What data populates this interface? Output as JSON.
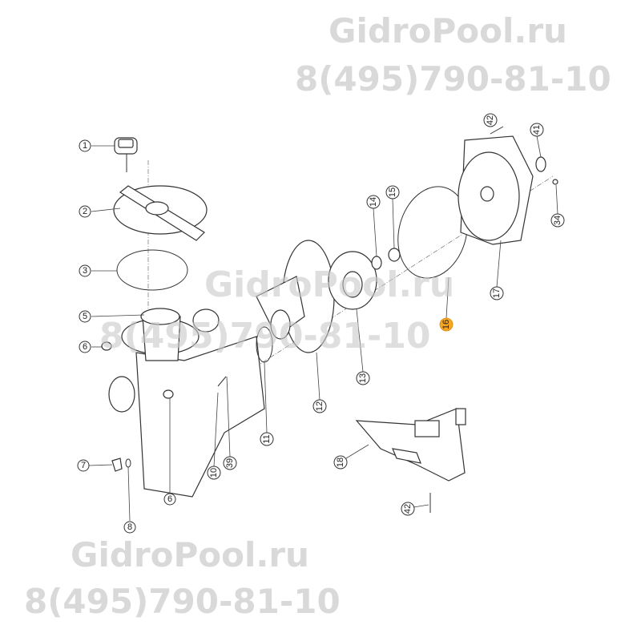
{
  "watermarks": {
    "site": "GidroPool.ru",
    "phone": "8(495)790-81-10"
  },
  "highlight_color": "#f5a623",
  "callouts": [
    {
      "id": "c1",
      "text": "1"
    },
    {
      "id": "c2",
      "text": "2"
    },
    {
      "id": "c3",
      "text": "3"
    },
    {
      "id": "c5",
      "text": "5"
    },
    {
      "id": "c6a",
      "text": "6"
    },
    {
      "id": "c7",
      "text": "7"
    },
    {
      "id": "c8",
      "text": "8"
    },
    {
      "id": "c6b",
      "text": "6"
    },
    {
      "id": "c10",
      "text": "10"
    },
    {
      "id": "c39",
      "text": "39"
    },
    {
      "id": "c11",
      "text": "11"
    },
    {
      "id": "c12",
      "text": "12"
    },
    {
      "id": "c13",
      "text": "13"
    },
    {
      "id": "c14",
      "text": "14"
    },
    {
      "id": "c15",
      "text": "15"
    },
    {
      "id": "c16",
      "text": "16",
      "highlighted": true
    },
    {
      "id": "c17",
      "text": "17"
    },
    {
      "id": "c41",
      "text": "41"
    },
    {
      "id": "c42a",
      "text": "42"
    },
    {
      "id": "c34",
      "text": "34"
    },
    {
      "id": "c18",
      "text": "18"
    },
    {
      "id": "c42b",
      "text": "42"
    }
  ]
}
